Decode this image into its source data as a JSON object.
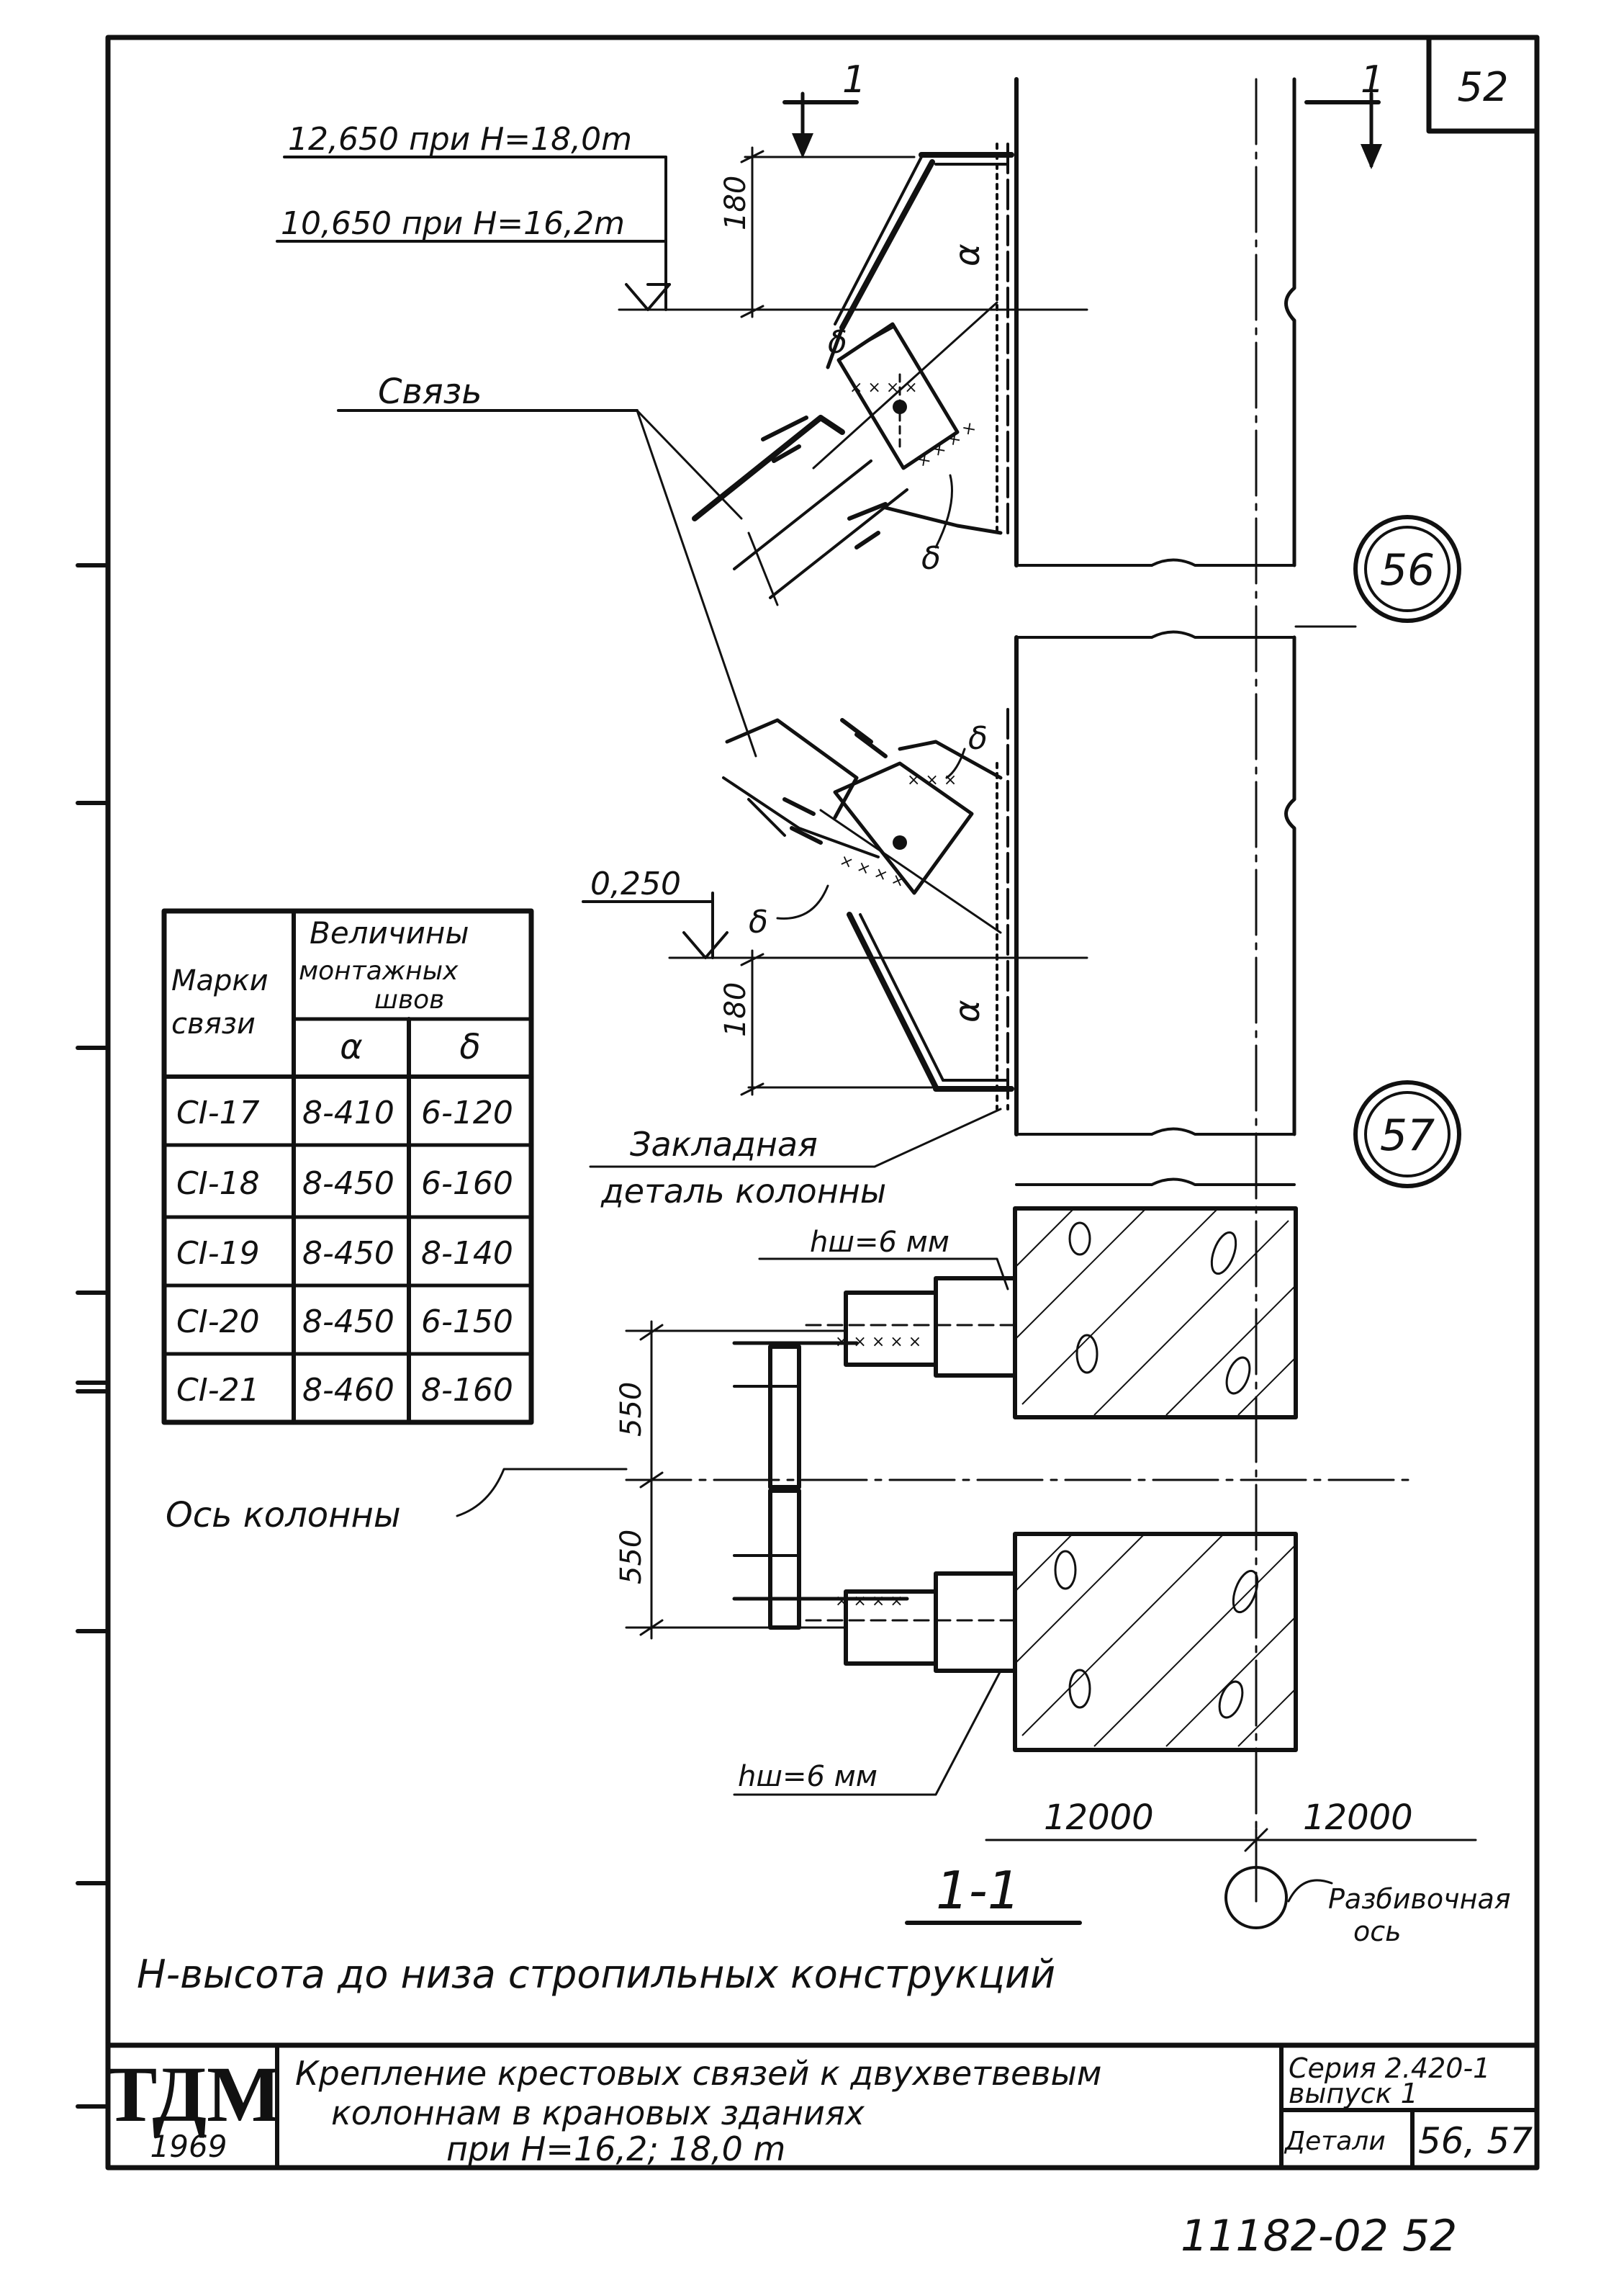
{
  "sheet": {
    "sheet_number": "52",
    "bottom_code": "11182-02  52"
  },
  "elevations": {
    "top_1": "12,650 при H=18,0m",
    "top_2": "10,650 при H=16,2m",
    "bottom": "0,250"
  },
  "dimensions": {
    "d180": "180",
    "d550": "550",
    "d12000": "12000"
  },
  "section_marks": {
    "cut": "1",
    "section": "1-1"
  },
  "weld_marks": {
    "a": "α",
    "b": "δ"
  },
  "labels": {
    "bracing": "Связь",
    "embedded_part_1": "Закладная",
    "embedded_part_2": "деталь колонны",
    "weld_leg": "hш=6 мм",
    "column_axis": "Ось колонны",
    "setting_out_axis_1": "Разбивочная",
    "setting_out_axis_2": "ось",
    "note": "H-высота до низа стропильных конструкций"
  },
  "detail_callouts": [
    "56",
    "57"
  ],
  "weld_table": {
    "header_mark_1": "Марки",
    "header_mark_2": "связи",
    "header_values_1": "Величины",
    "header_values_2": "монтажных",
    "header_values_3": "швов",
    "col_a": "α",
    "col_b": "δ",
    "rows": [
      {
        "mark": "CI-17",
        "a": "8-410",
        "b": "6-120"
      },
      {
        "mark": "CI-18",
        "a": "8-450",
        "b": "6-160"
      },
      {
        "mark": "CI-19",
        "a": "8-450",
        "b": "8-140"
      },
      {
        "mark": "CI-20",
        "a": "8-450",
        "b": "6-150"
      },
      {
        "mark": "CI-21",
        "a": "8-460",
        "b": "8-160"
      }
    ]
  },
  "title_block": {
    "org": "ТДМ",
    "year": "1969",
    "title_1": "Крепление крестовых связей к двухветвевым",
    "title_2": "колоннам   в   крановых   зданиях",
    "title_3": "при   H=16,2;   18,0 m",
    "series_1": "Серия 2.420-1",
    "series_2": "выпуск 1",
    "details_label": "Детали",
    "details_value": "56, 57"
  }
}
